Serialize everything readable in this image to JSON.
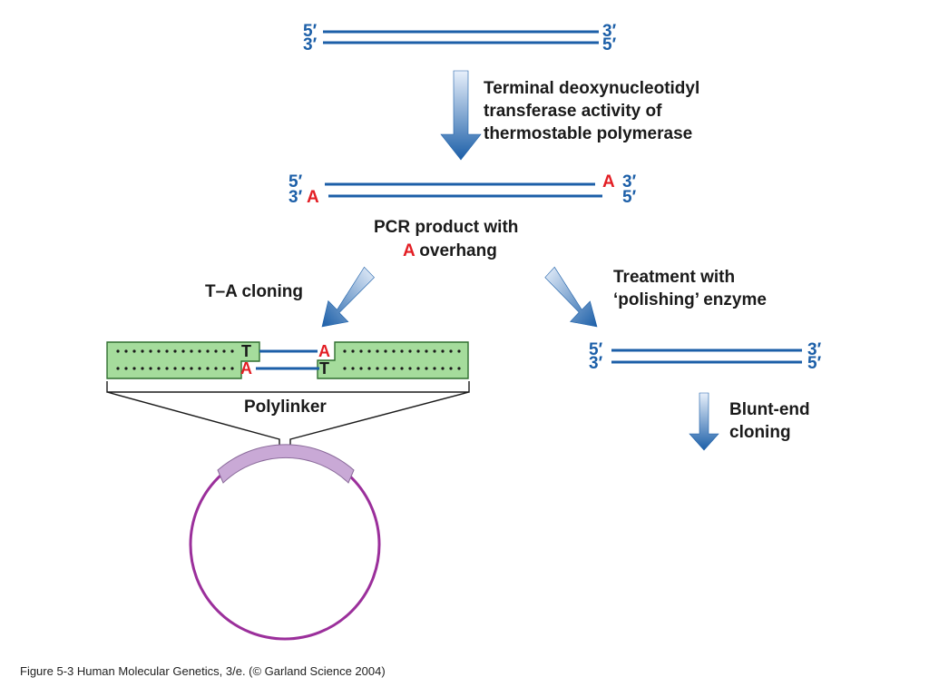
{
  "ends": {
    "five_prime": "5′",
    "three_prime": "3′"
  },
  "overhang_base": "A",
  "t_base": "T",
  "step1_label": [
    "Terminal deoxynucleotidyl",
    "transferase activity of",
    "thermostable polymerase"
  ],
  "pcr_product_label": {
    "line1": "PCR product with",
    "overhang_letter": "A",
    "line2_rest": " overhang"
  },
  "ta_cloning_label": "T–A cloning",
  "polishing_label": [
    "Treatment with",
    "‘polishing’ enzyme"
  ],
  "polylinker_label": "Polylinker",
  "blunt_end_label": [
    "Blunt-end",
    "cloning"
  ],
  "caption": "Figure 5-3  Human Molecular Genetics, 3/e.  (© Garland Science 2004)",
  "colors": {
    "dna_strand": "#1c5fa8",
    "overhang": "#e31e24",
    "vector_fill": "#a5dc9c",
    "plasmid": "#9b2f9b",
    "polylinker_band": "#c9a9d6"
  }
}
